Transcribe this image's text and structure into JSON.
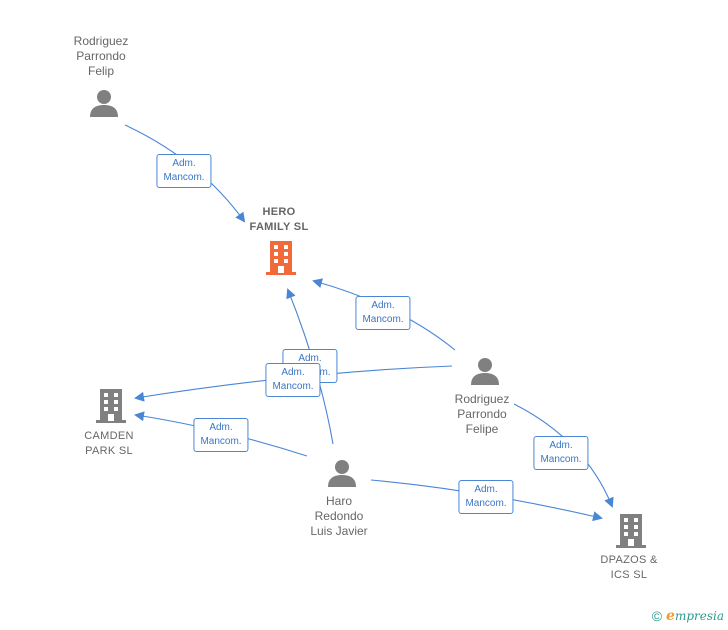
{
  "colors": {
    "edge": "#4a86d4",
    "person_icon": "#808080",
    "company_icon": "#808080",
    "highlight_company_icon": "#f26a3a"
  },
  "nodes": {
    "rodriguez_felip": {
      "label": "Rodriguez\nParrondo\nFelip",
      "icon": "person-icon"
    },
    "hero_family": {
      "label": "HERO\nFAMILY  SL",
      "icon": "building-icon"
    },
    "rodriguez_felipe": {
      "label": "Rodriguez\nParrondo\nFelipe",
      "icon": "person-icon"
    },
    "camden_park": {
      "label": "CAMDEN\nPARK  SL",
      "icon": "building-icon"
    },
    "haro_redondo": {
      "label": "Haro\nRedondo\nLuis Javier",
      "icon": "person-icon"
    },
    "dpazos": {
      "label": "DPAZOS &\nICS  SL",
      "icon": "building-icon"
    }
  },
  "edge_labels": {
    "felip_to_hero": "Adm.\nMancom.",
    "felipe_to_hero": "Adm.\nMancom.",
    "haro_to_hero": "Adm.\nMancom.",
    "felipe_to_camden": "Adm.\nMancom.",
    "haro_to_camden": "Adm.\nMancom.",
    "felipe_to_dpazos": "Adm.\nMancom.",
    "haro_to_dpazos": "Adm.\nMancom."
  },
  "footer": {
    "copyright_symbol": "©",
    "brand_initial": "e",
    "brand_rest": "mpresia"
  }
}
